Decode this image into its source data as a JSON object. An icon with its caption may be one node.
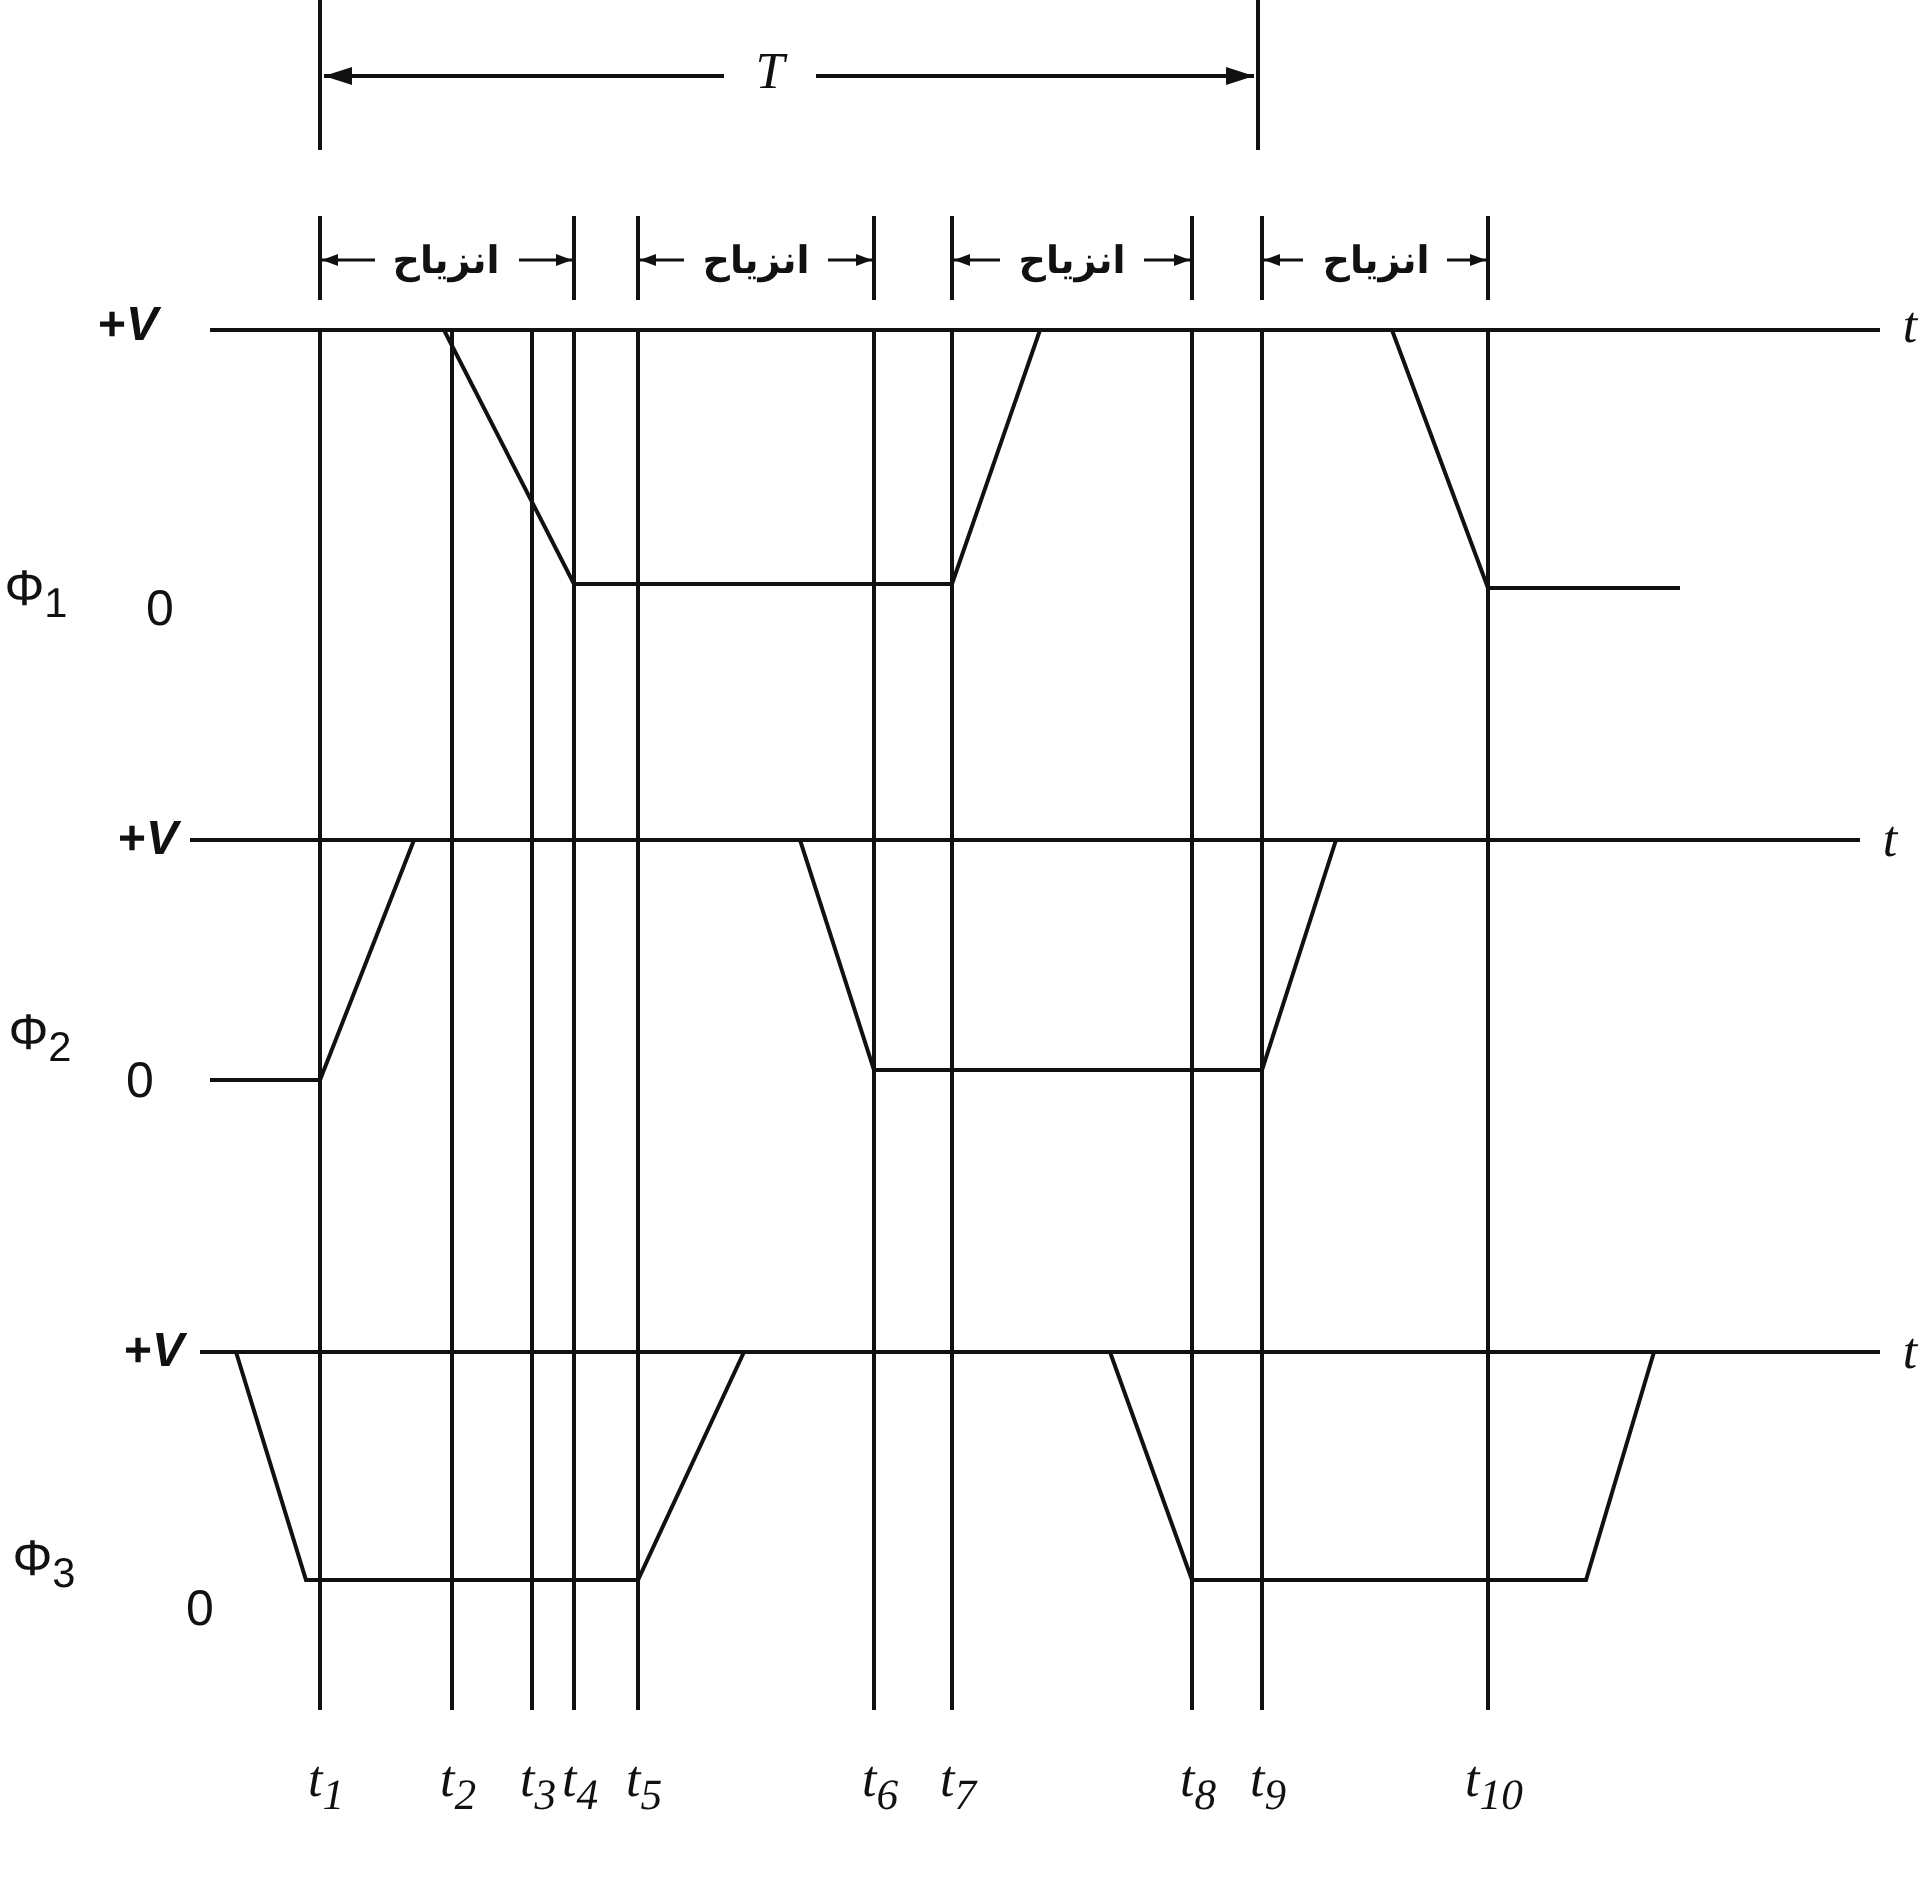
{
  "diagram": {
    "labels": [
      "T",
      "انزياح",
      "انزياح",
      "انزياح",
      "انزياح",
      "+*V*",
      "t",
      "Φ$_{1}$",
      "0",
      "+*V*",
      "t",
      "Φ$_{2}$",
      "0",
      "+*V*",
      "t",
      "Φ$_{3}$",
      "0",
      "t$_{1}$",
      "t$_{2}$",
      "t$_{3}$",
      "t$_{4}$",
      "t$_{5}$",
      "t$_{6}$",
      "t$_{7}$",
      "t$_{8}$",
      "t$_{9}$",
      "t$_{10}$"
    ]
  }
}
